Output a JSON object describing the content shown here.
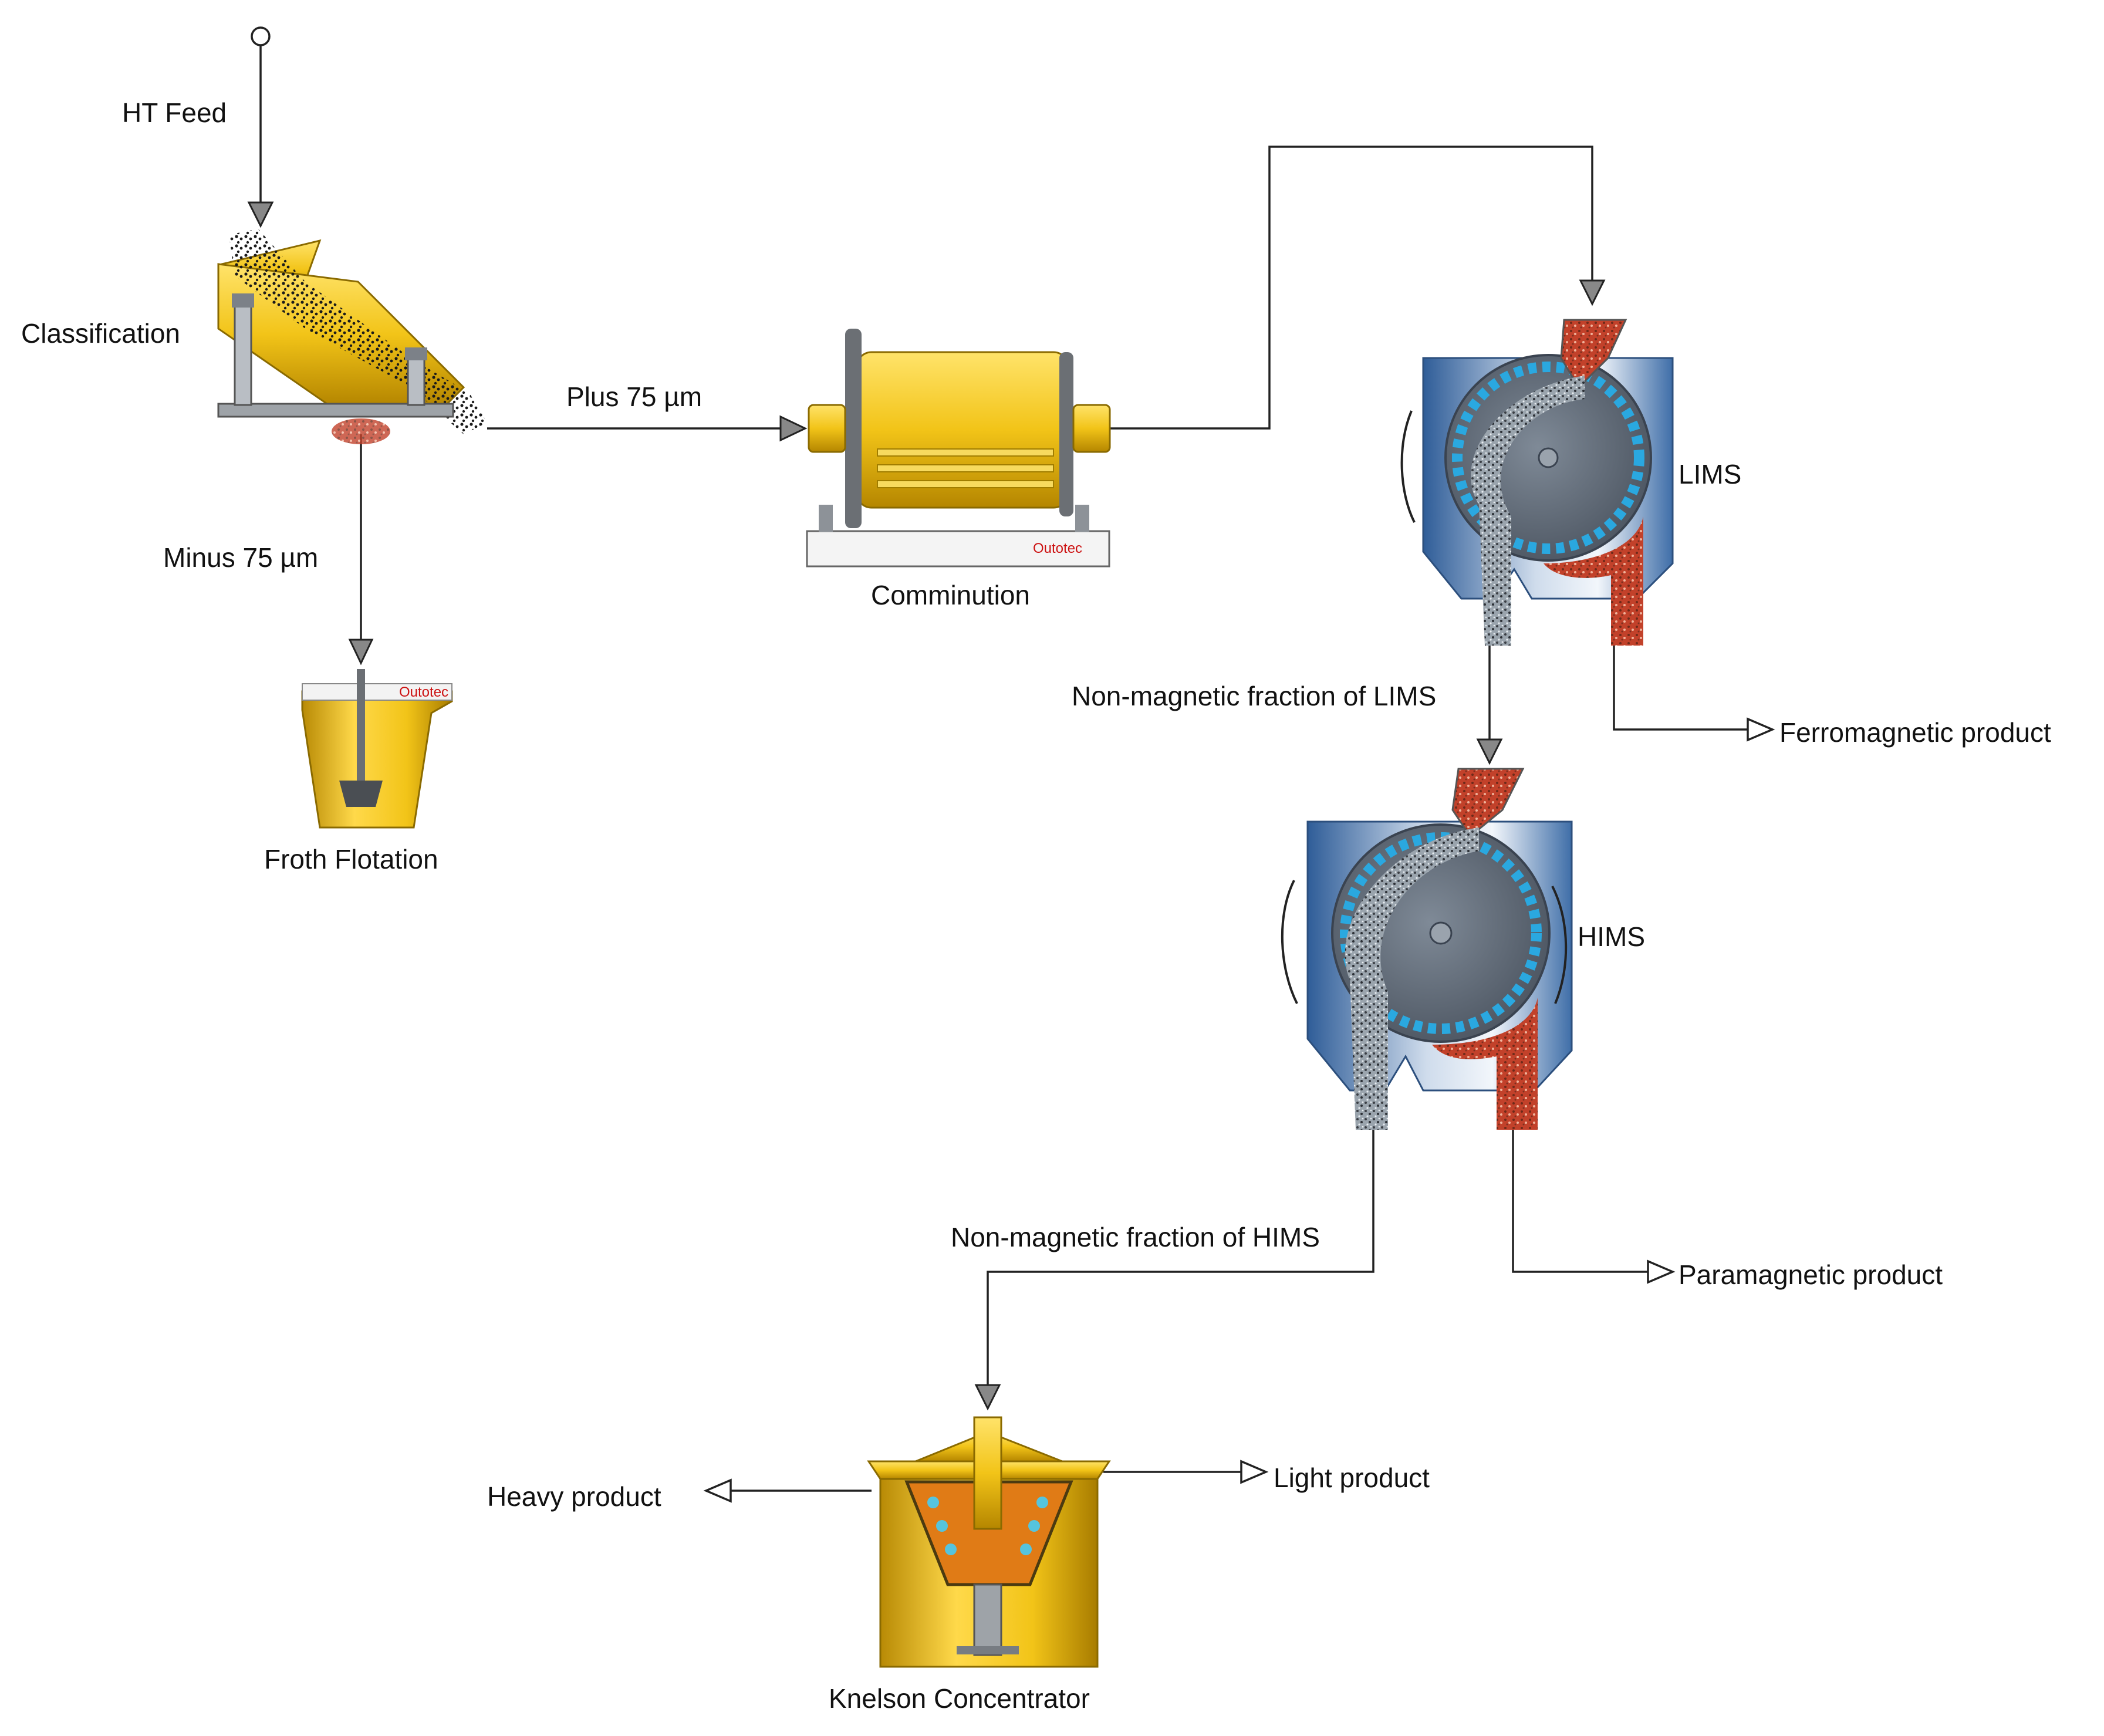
{
  "labels": {
    "feed": "HT Feed",
    "classification": "Classification",
    "plus": "Plus 75 µm",
    "minus": "Minus 75 µm",
    "flotation": "Froth Flotation",
    "comminution": "Comminution",
    "lims": "LIMS",
    "hims": "HIMS",
    "nonmag_lims": "Non-magnetic fraction of LIMS",
    "nonmag_hims": "Non-magnetic fraction of HIMS",
    "ferro": "Ferromagnetic product",
    "para": "Paramagnetic product",
    "heavy": "Heavy product",
    "light": "Light product",
    "knelson": "Knelson Concentrator"
  },
  "equipment_brand": "Outotec",
  "colors": {
    "equipment_yellow": "#f2c418",
    "magnetic_red": "#c2412a",
    "separator_blue": "#3f6ea8",
    "drum_magnet": "#2aa8e0"
  }
}
